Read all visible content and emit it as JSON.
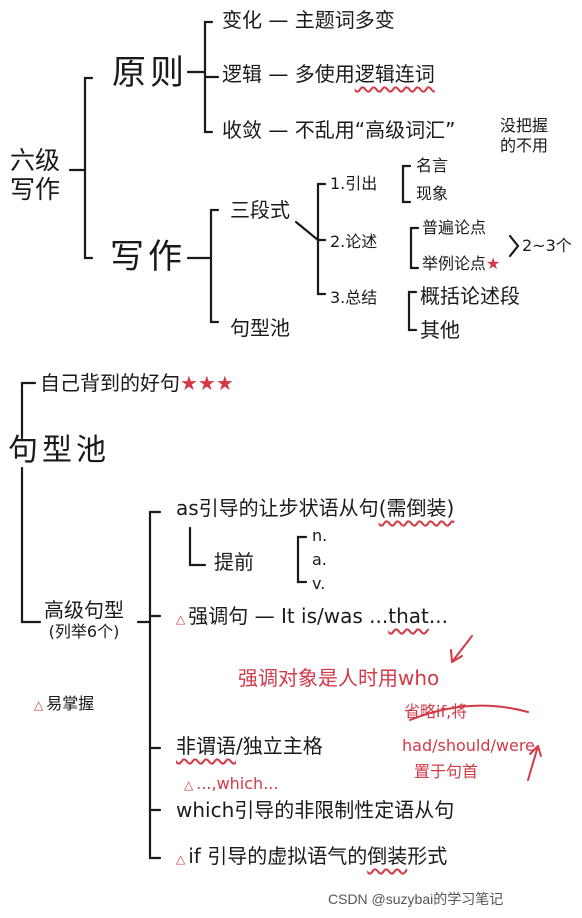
{
  "part1": {
    "root_line1": "六级",
    "root_line2": "写作",
    "principles": {
      "label": "原则",
      "change": "变化 — 主题词多变",
      "logic_prefix": "逻辑 — 多使用",
      "logic_emph": "逻辑连词",
      "converge": "收敛 — 不乱用“高级词汇”",
      "converge_note_1": "没把握",
      "converge_note_2": "的不用"
    },
    "writing": {
      "label": "写作",
      "three_part": "三段式",
      "step1": "1.引出",
      "step1_a": "名言",
      "step1_b": "现象",
      "step2": "2.论述",
      "step2_a": "普遍论点",
      "step2_b": "举例论点",
      "step2_count": "2~3个",
      "step3": "3.总结",
      "step3_a": "概括论述段",
      "step3_b": "其他",
      "sentence_pool": "句型池"
    }
  },
  "part2": {
    "recite": "自己背到的好句",
    "stars": "★★★",
    "root": "句型池",
    "advanced_line1": "高级句型",
    "advanced_line2": "(列举6个)",
    "easy_tip": "易掌握",
    "as_clause": "as引导的让步状语从句",
    "as_note": "(需倒装)",
    "front_label": "提前",
    "front_n": "n.",
    "front_a": "a.",
    "front_v": "v.",
    "emphasis": "强调句 — It is/was ...",
    "emphasis_that": "that",
    "emphasis_tail": "...",
    "emphasis_note": "强调对象是人时用who",
    "nonfinite": "非谓语",
    "nonfinite_rest": "/独立主格",
    "which_note": "...,which...",
    "which": "which引导的非限制性定语从句",
    "if_prefix": "if 引导的虚拟语气的",
    "if_emph": "倒装",
    "if_suffix": "形式",
    "if_note_1": "省略if,将",
    "if_note_2": "had/should/were",
    "if_note_3": "置于句首"
  },
  "watermark": "CSDN @suzybai的学习笔记",
  "colors": {
    "ink": "#1a1a1a",
    "accent": "#d23a48"
  }
}
